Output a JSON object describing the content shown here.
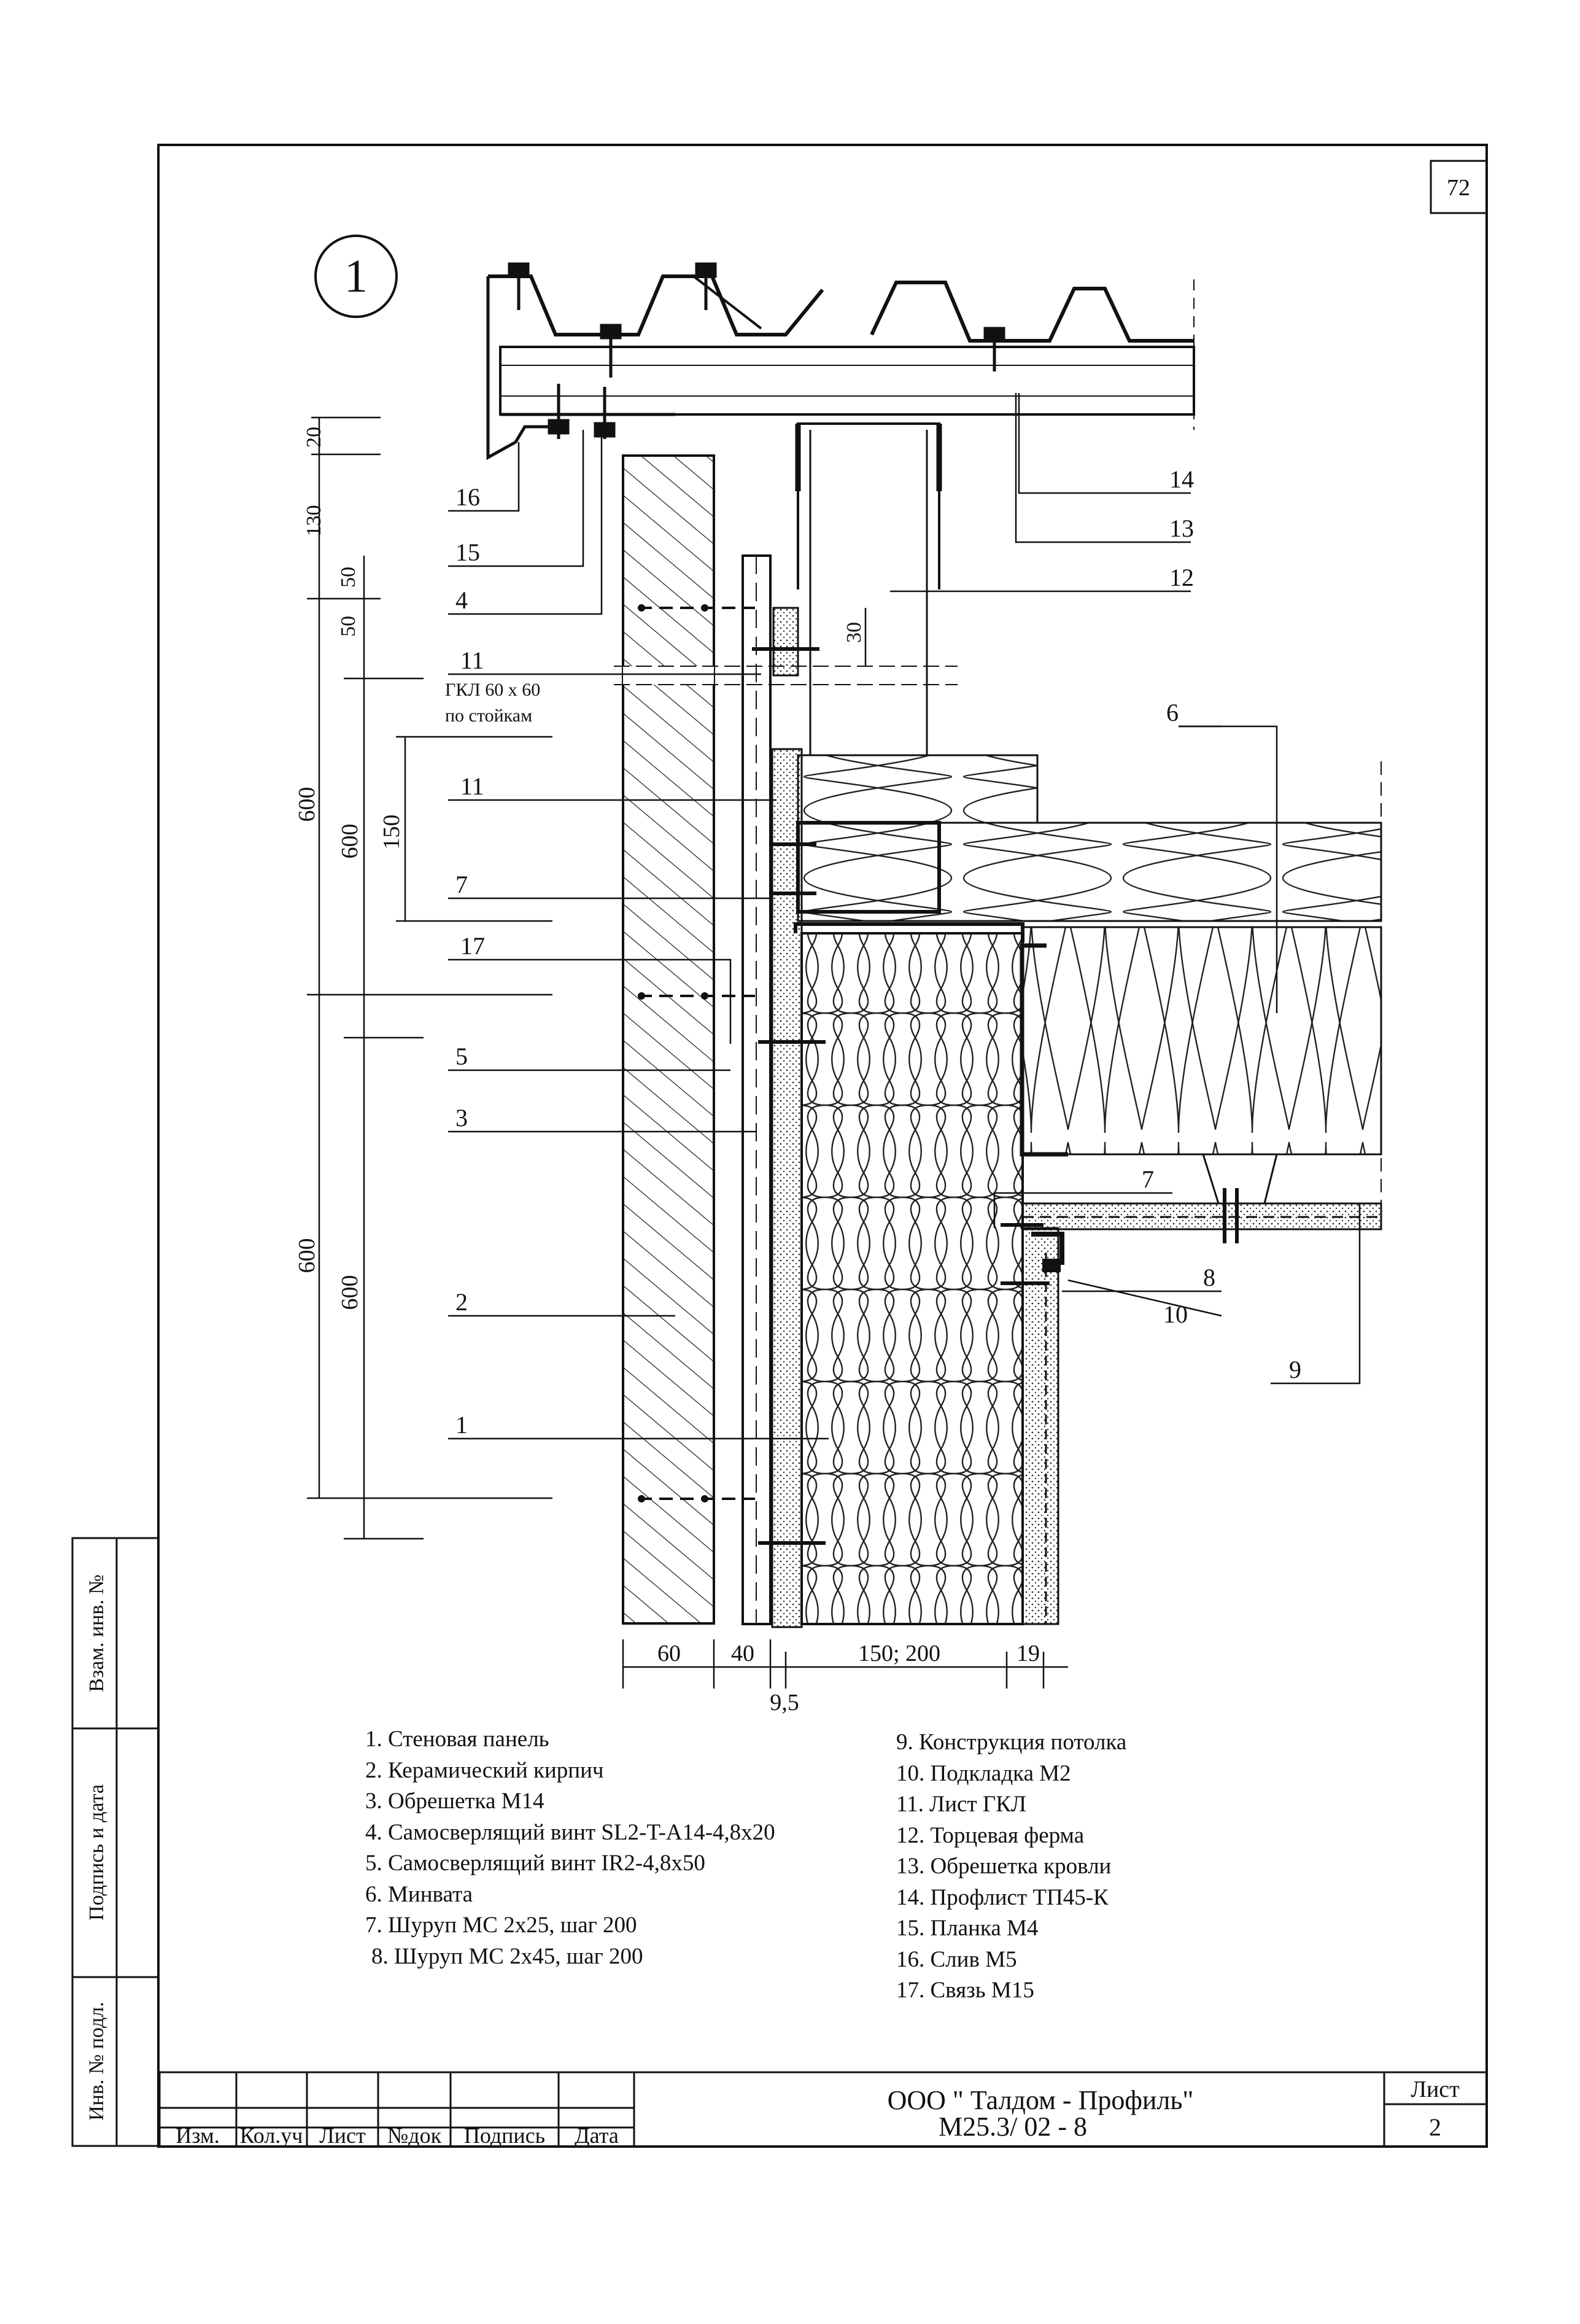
{
  "sheet_corner_number": "72",
  "detail_marker": "1",
  "callouts": {
    "c16": "16",
    "c15": "15",
    "c4": "4",
    "c11a": "11",
    "c11b": "11",
    "c7a": "7",
    "c17": "17",
    "c5": "5",
    "c3": "3",
    "c2": "2",
    "c1": "1",
    "c14": "14",
    "c13": "13",
    "c12": "12",
    "c6": "6",
    "c7b": "7",
    "c8": "8",
    "c10": "10",
    "c9": "9"
  },
  "note_gkl": {
    "line1": "ГКЛ 60 х 60",
    "line2": "по стойкам"
  },
  "dimensions": {
    "d20": "20",
    "d130": "130",
    "d50a": "50",
    "d50b": "50",
    "d30": "30",
    "d600a": "600",
    "d600b": "600",
    "d150": "150",
    "d600c": "600",
    "d600d": "600",
    "d60": "60",
    "d40": "40",
    "d150_200": "150; 200",
    "d19": "19",
    "d9_5": "9,5"
  },
  "legend_left": [
    "1. Стеновая панель",
    "2. Керамический кирпич",
    "3. Обрешетка М14",
    "4. Самосверлящий винт SL2-T-A14-4,8x20",
    "5. Самосверлящий винт IR2-4,8x50",
    "6. Минвата",
    "7. Шуруп МС 2х25, шаг 200",
    "8. Шуруп МС 2х45, шаг 200"
  ],
  "legend_right": [
    "9. Конструкция потолка",
    "10. Подкладка М2",
    "11. Лист ГКЛ",
    "12. Торцевая ферма",
    "13. Обрешетка кровли",
    "14. Профлист ТП45-К",
    "15. Планка М4",
    "16. Слив М5",
    "17. Связь М15"
  ],
  "side_stamp": {
    "vzam": "Взам. инв. №",
    "podpis": "Подпись и дата",
    "inv": "Инв. № подл."
  },
  "title_block": {
    "col_izm": "Изм.",
    "col_koluch": "Кол.уч",
    "col_list": "Лист",
    "col_ndok": "№док",
    "col_podpis": "Подпись",
    "col_data": "Дата",
    "company": "ООО \" Талдом - Профиль\"",
    "code": "М25.3/ 02 - 8",
    "sheet_label": "Лист",
    "sheet_number": "2"
  }
}
